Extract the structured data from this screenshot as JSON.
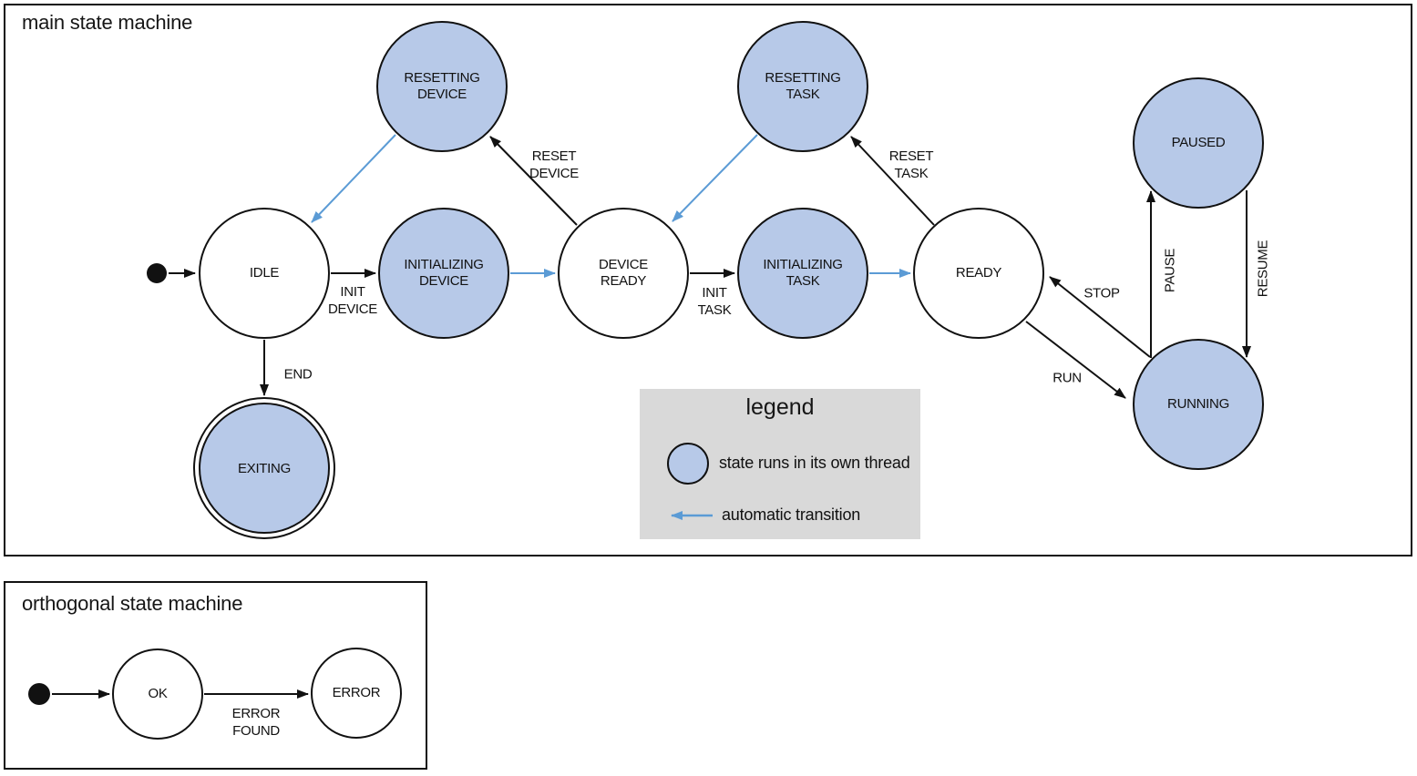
{
  "colors": {
    "threaded_state_fill": "#b7c9e8",
    "plain_state_fill": "#ffffff",
    "automatic_transition_arrow": "#5b9bd5",
    "normal_arrow": "#111111",
    "legend_background": "#d9d9d9"
  },
  "main": {
    "title": "main state machine",
    "states": {
      "resetting_device": {
        "label": "RESETTING\nDEVICE",
        "threaded": true
      },
      "resetting_task": {
        "label": "RESETTING\nTASK",
        "threaded": true
      },
      "paused": {
        "label": "PAUSED",
        "threaded": true
      },
      "idle": {
        "label": "IDLE",
        "threaded": false
      },
      "initializing_device": {
        "label": "INITIALIZING\nDEVICE",
        "threaded": true
      },
      "device_ready": {
        "label": "DEVICE\nREADY",
        "threaded": false
      },
      "initializing_task": {
        "label": "INITIALIZING\nTASK",
        "threaded": true
      },
      "ready": {
        "label": "READY",
        "threaded": false
      },
      "running": {
        "label": "RUNNING",
        "threaded": true
      },
      "exiting": {
        "label": "EXITING",
        "threaded": true,
        "final": true
      }
    },
    "transitions": {
      "start": {
        "from": "start",
        "to": "IDLE"
      },
      "init_device": {
        "label": "INIT\nDEVICE",
        "from": "IDLE",
        "to": "INITIALIZING DEVICE"
      },
      "auto_to_device_ready": {
        "from": "INITIALIZING DEVICE",
        "to": "DEVICE READY",
        "automatic": true
      },
      "reset_device": {
        "label": "RESET\nDEVICE",
        "from": "DEVICE READY",
        "to": "RESETTING DEVICE"
      },
      "auto_to_idle": {
        "from": "RESETTING DEVICE",
        "to": "IDLE",
        "automatic": true
      },
      "init_task": {
        "label": "INIT\nTASK",
        "from": "DEVICE READY",
        "to": "INITIALIZING TASK"
      },
      "auto_to_ready": {
        "from": "INITIALIZING TASK",
        "to": "READY",
        "automatic": true
      },
      "reset_task": {
        "label": "RESET\nTASK",
        "from": "READY",
        "to": "RESETTING TASK"
      },
      "auto_to_device_ready_2": {
        "from": "RESETTING TASK",
        "to": "DEVICE READY",
        "automatic": true
      },
      "run": {
        "label": "RUN",
        "from": "READY",
        "to": "RUNNING"
      },
      "stop": {
        "label": "STOP",
        "from": "RUNNING",
        "to": "READY"
      },
      "pause": {
        "label": "PAUSE",
        "from": "RUNNING",
        "to": "PAUSED"
      },
      "resume": {
        "label": "RESUME",
        "from": "PAUSED",
        "to": "RUNNING"
      },
      "end": {
        "label": "END",
        "from": "IDLE",
        "to": "EXITING"
      }
    }
  },
  "legend": {
    "title": "legend",
    "threaded_item": "state runs in its own thread",
    "automatic_item": "automatic transition"
  },
  "ortho": {
    "title": "orthogonal state machine",
    "states": {
      "ok": {
        "label": "OK",
        "threaded": false
      },
      "error": {
        "label": "ERROR",
        "threaded": false
      }
    },
    "transitions": {
      "start": {
        "from": "start",
        "to": "OK"
      },
      "error_found": {
        "label": "ERROR\nFOUND",
        "from": "OK",
        "to": "ERROR"
      }
    }
  }
}
